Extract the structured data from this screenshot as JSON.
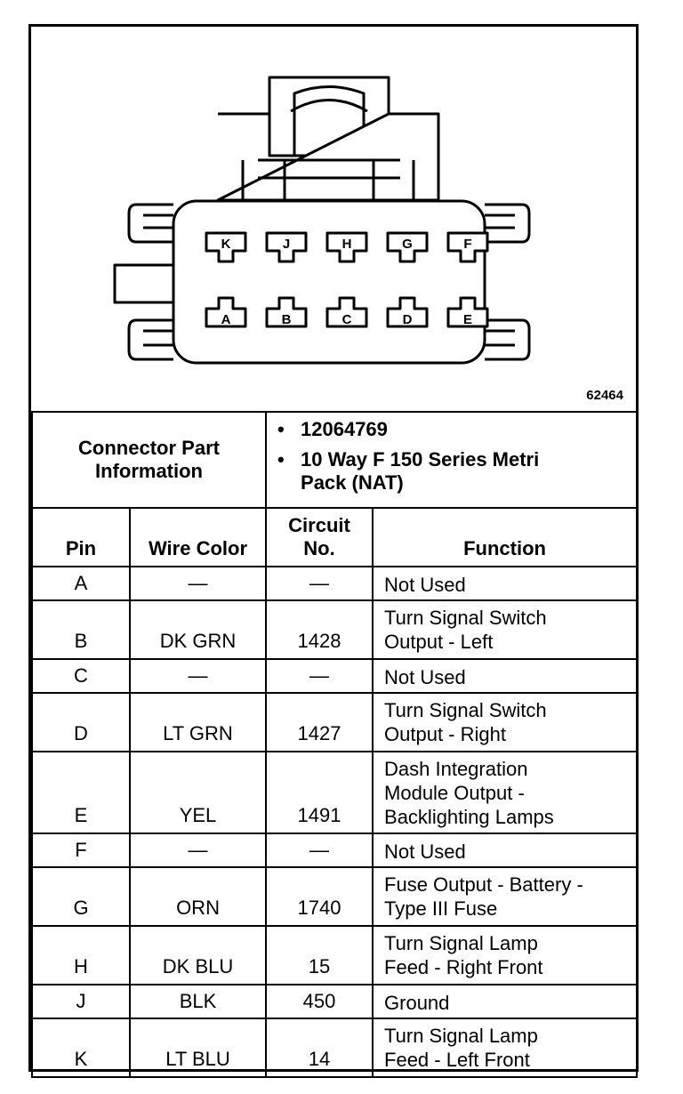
{
  "figure_number": "62464",
  "connector_pins_top": [
    "K",
    "J",
    "H",
    "G",
    "F"
  ],
  "connector_pins_bottom": [
    "A",
    "B",
    "C",
    "D",
    "E"
  ],
  "connector_info": {
    "label_line1": "Connector Part",
    "label_line2": "Information",
    "bullet1": "12064769",
    "bullet2_line1": "10 Way F 150 Series Metri",
    "bullet2_line2": "Pack (NAT)"
  },
  "columns": {
    "pin": "Pin",
    "wire_color": "Wire Color",
    "circuit_line1": "Circuit",
    "circuit_line2": "No.",
    "function": "Function"
  },
  "rows": [
    {
      "pin": "A",
      "wire": "—",
      "circuit": "—",
      "function": [
        "Not Used"
      ]
    },
    {
      "pin": "B",
      "wire": "DK GRN",
      "circuit": "1428",
      "function": [
        "Turn Signal Switch",
        "Output - Left"
      ]
    },
    {
      "pin": "C",
      "wire": "—",
      "circuit": "—",
      "function": [
        "Not Used"
      ]
    },
    {
      "pin": "D",
      "wire": "LT GRN",
      "circuit": "1427",
      "function": [
        "Turn Signal Switch",
        "Output - Right"
      ]
    },
    {
      "pin": "E",
      "wire": "YEL",
      "circuit": "1491",
      "function": [
        "Dash Integration",
        "Module Output -",
        "Backlighting Lamps"
      ]
    },
    {
      "pin": "F",
      "wire": "—",
      "circuit": "—",
      "function": [
        "Not Used"
      ]
    },
    {
      "pin": "G",
      "wire": "ORN",
      "circuit": "1740",
      "function": [
        "Fuse Output - Battery -",
        "Type III Fuse"
      ]
    },
    {
      "pin": "H",
      "wire": "DK BLU",
      "circuit": "15",
      "function": [
        "Turn Signal Lamp",
        "Feed - Right Front"
      ]
    },
    {
      "pin": "J",
      "wire": "BLK",
      "circuit": "450",
      "function": [
        "Ground"
      ]
    },
    {
      "pin": "K",
      "wire": "LT BLU",
      "circuit": "14",
      "function": [
        "Turn Signal Lamp",
        "Feed - Left Front"
      ]
    }
  ]
}
